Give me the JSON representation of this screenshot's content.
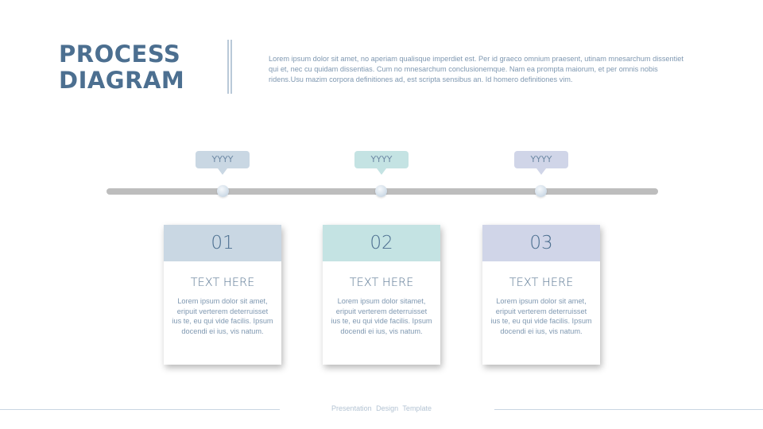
{
  "header": {
    "title_line1": "PROCESS",
    "title_line2": "DIAGRAM",
    "intro_text": "Lorem ipsum dolor sit amet, no aperiam qualisque imperdiet est. Per id graeco omnium praesent, utinam mnesarchum dissentiet qui et, nec cu quidam dissentias. Cum no mnesarchum conclusionemque. Nam ea prompta maiorum, et per omnis nobis ridens.Usu mazim corpora definitiones ad, est scripta sensibus an. Id homero definitiones vim."
  },
  "timeline": {
    "markers": [
      {
        "label": "YYYY",
        "color": "#c9d7e3"
      },
      {
        "label": "YYYY",
        "color": "#c4e3e3"
      },
      {
        "label": "YYYY",
        "color": "#d0d5e8"
      }
    ]
  },
  "steps": [
    {
      "number": "01",
      "title": "TEXT HERE",
      "text": "Lorem ipsum dolor sit amet, eripuit verterem deterruisset ius te, eu qui vide facilis. Ipsum docendi ei ius, vis natum.",
      "color": "#c9d7e3"
    },
    {
      "number": "02",
      "title": "TEXT HERE",
      "text": "Lorem ipsum dolor sitamet, eripuit verterem deterruisset ius te, eu qui vide facilis. Ipsum docendi ei ius, vis natum.",
      "color": "#c4e3e3"
    },
    {
      "number": "03",
      "title": "TEXT HERE",
      "text": "Lorem ipsum dolor sit amet, eripuit verterem deterruisset ius te, eu qui vide facilis. Ipsum docendi ei ius, vis natum.",
      "color": "#d0d5e8"
    }
  ],
  "footer": {
    "text": "Presentation Design Template"
  }
}
